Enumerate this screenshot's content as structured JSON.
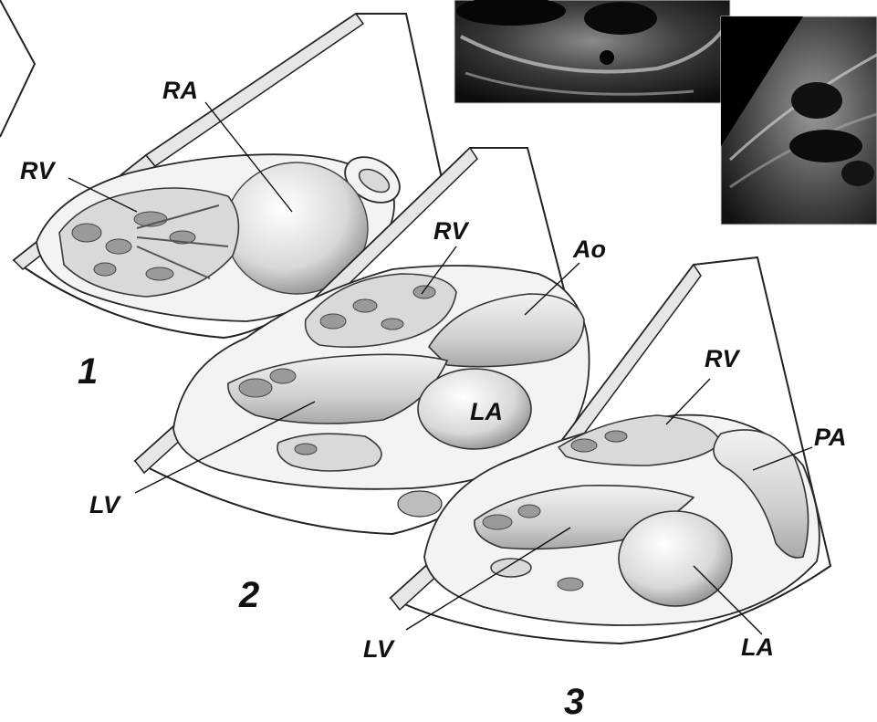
{
  "views": [
    {
      "number": "1",
      "labels": [
        "RV",
        "RA"
      ]
    },
    {
      "number": "2",
      "labels": [
        "RV",
        "Ao",
        "LA",
        "LV"
      ]
    },
    {
      "number": "3",
      "labels": [
        "RV",
        "PA",
        "LV",
        "LA"
      ]
    }
  ],
  "echo_insets": [
    {
      "name": "echo-inset-top",
      "style": "grayscale ultrasound"
    },
    {
      "name": "echo-inset-right",
      "style": "grayscale ultrasound"
    }
  ],
  "colors": {
    "line": "#111111",
    "background": "#ffffff",
    "echo_bg": "#1a1a1a"
  }
}
